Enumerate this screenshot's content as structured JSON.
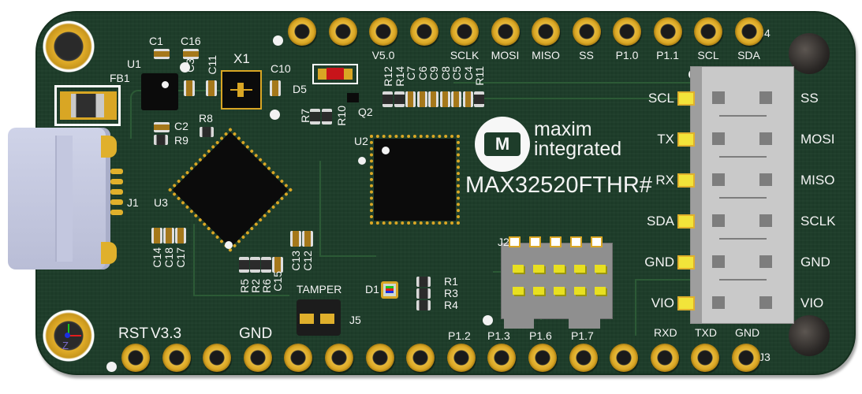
{
  "board": {
    "name": "MAX32520FTHR#",
    "brand_line1": "maxim",
    "brand_line2": "integrated",
    "colors": {
      "pcb": "#1e3d2a",
      "silkscreen": "#f4f4f4",
      "gold": "#e0b02c",
      "chip": "#0b0b0b",
      "connector": "#c9c9c9"
    }
  },
  "header_top": {
    "ref": "J4",
    "labels": [
      "",
      "",
      "V5.0",
      "",
      "SCLK",
      "MOSI",
      "MISO",
      "SS",
      "P1.0",
      "P1.1",
      "SCL",
      "SDA"
    ]
  },
  "header_bottom": {
    "ref": "J3",
    "labels": [
      "RST",
      "V3.3",
      "",
      "GND",
      "",
      "",
      "",
      "",
      "P1.2",
      "P1.3",
      "P1.6",
      "P1.7",
      "",
      "RXD",
      "TXD",
      "GND"
    ]
  },
  "j4_side": {
    "left_labels": [
      "SCL",
      "TX",
      "RX",
      "SDA",
      "GND",
      "VIO"
    ],
    "right_labels": [
      "SS",
      "MOSI",
      "MISO",
      "SCLK",
      "GND",
      "VIO"
    ]
  },
  "components": {
    "fb1": "FB1",
    "u1": "U1",
    "c1": "C1",
    "c16": "C16",
    "c3": "C3",
    "c11": "C11",
    "x1": "X1",
    "c10": "C10",
    "c2": "C2",
    "r9": "R9",
    "r8": "R8",
    "d5": "D5",
    "q2": "Q2",
    "r7": "R7",
    "r10": "R10",
    "cap_row": [
      "R12",
      "R14",
      "C7",
      "C6",
      "C9",
      "C8",
      "C5",
      "C4",
      "R11"
    ],
    "j1": "J1",
    "u3": "U3",
    "u2": "U2",
    "j2": "J2",
    "c14_group": [
      "C14",
      "C18",
      "C17"
    ],
    "r5_group": [
      "R5",
      "R2",
      "R6",
      "C15"
    ],
    "c13_group": [
      "C13",
      "C12"
    ],
    "tamper": "TAMPER",
    "j5": "J5",
    "d1": "D1",
    "r_group": [
      "R1",
      "R3",
      "R4"
    ]
  },
  "axis_gizmo": {
    "z_label": "Z"
  }
}
